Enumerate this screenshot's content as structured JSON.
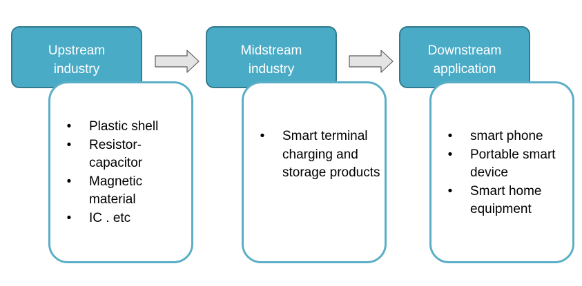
{
  "stages": [
    {
      "title": "Upstream industry",
      "items": [
        "Plastic shell",
        "Resistor-capacitor",
        "Magnetic material",
        "IC . etc"
      ]
    },
    {
      "title": "Midstream industry",
      "items": [
        "Smart terminal charging and storage products"
      ]
    },
    {
      "title": "Downstream application",
      "items": [
        "smart phone",
        "Portable smart device",
        "Smart home equipment"
      ]
    }
  ],
  "colors": {
    "header_fill": "#4aabc6",
    "header_border": "#327a8e",
    "detail_border": "#5aaec6",
    "arrow_fill": "#e4e4e4",
    "arrow_stroke": "#5a5a5a"
  },
  "bullet_glyph": "•",
  "icons": [
    "arrow-right-icon"
  ]
}
